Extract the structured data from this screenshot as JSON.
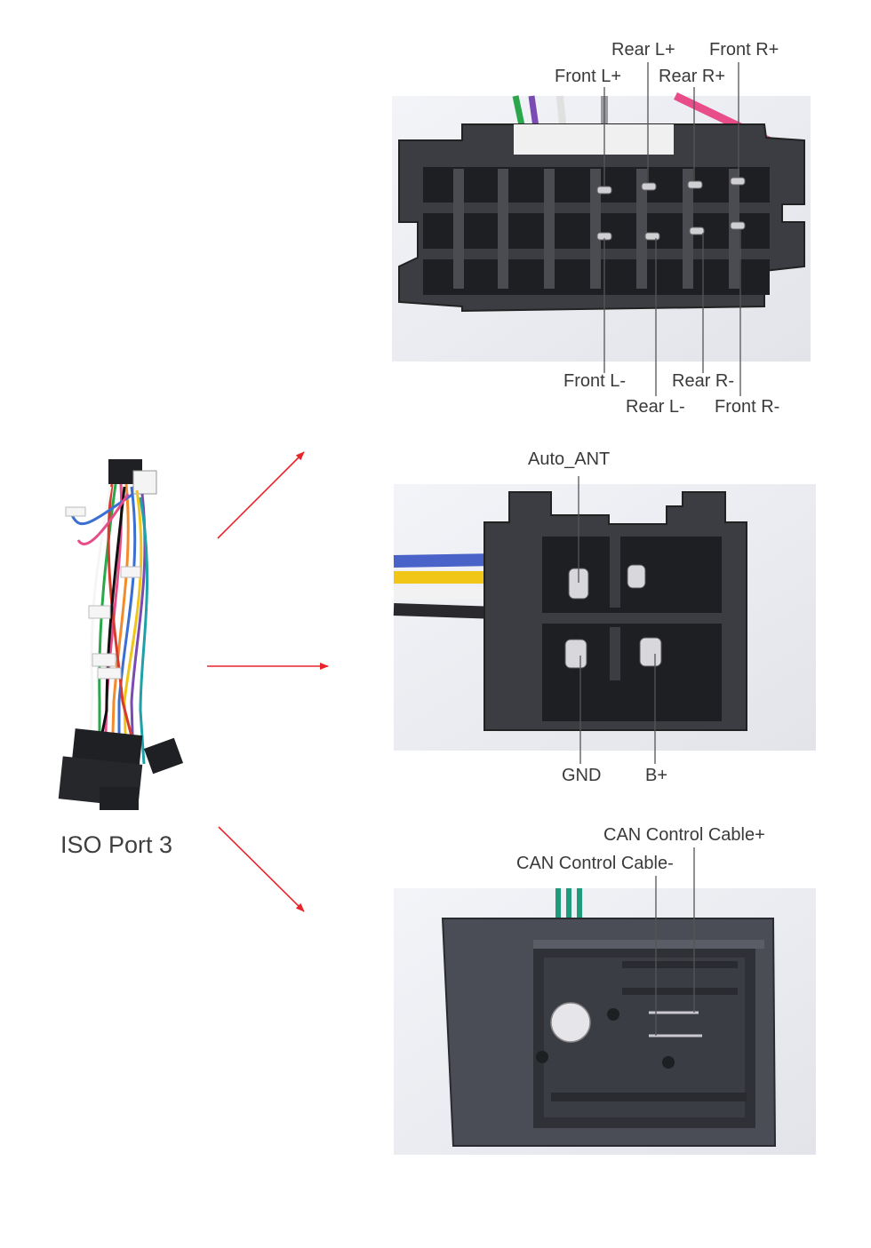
{
  "harness": {
    "caption": "ISO Port 3"
  },
  "speaker_connector": {
    "top_labels": {
      "rear_l_plus": "Rear L+",
      "front_r_plus": "Front R+",
      "front_l_plus": "Front L+",
      "rear_r_plus": "Rear R+"
    },
    "bottom_labels": {
      "front_l_minus": "Front L-",
      "rear_r_minus": "Rear R-",
      "rear_l_minus": "Rear L-",
      "front_r_minus": "Front R-"
    }
  },
  "power_connector": {
    "labels": {
      "auto_ant": "Auto_ANT",
      "gnd": "GND",
      "b_plus": "B+"
    }
  },
  "can_connector": {
    "labels": {
      "can_plus": "CAN Control Cable+",
      "can_minus": "CAN Control Cable-"
    }
  },
  "colors": {
    "arrow": "#e8252b",
    "leader_line": "#555555",
    "connector_body": "#3b3d42",
    "photo_bg": "#eef0f5"
  }
}
